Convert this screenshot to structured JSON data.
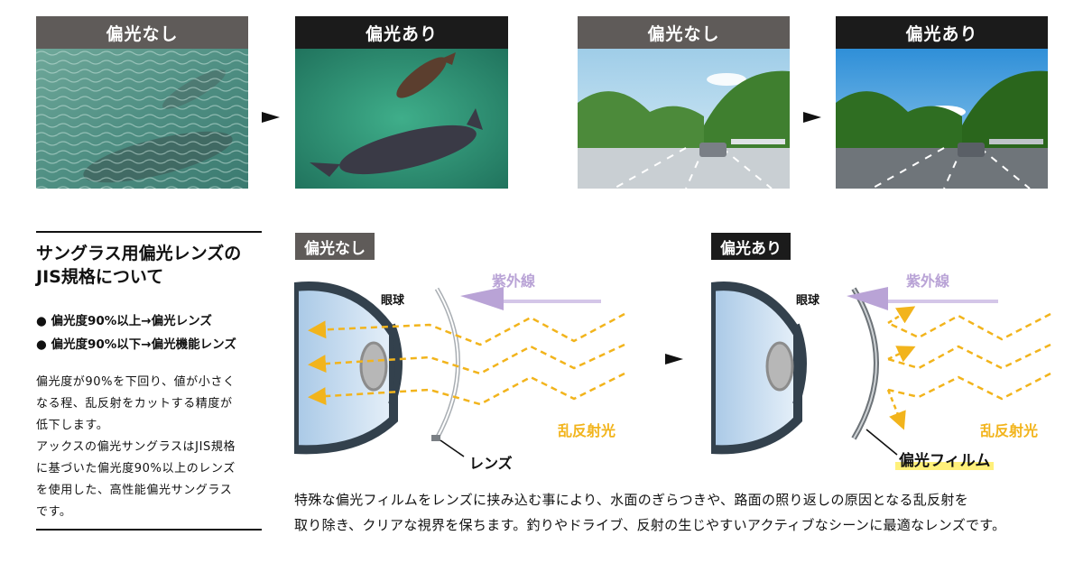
{
  "photos": {
    "fish_before_label": "偏光なし",
    "fish_after_label": "偏光あり",
    "road_before_label": "偏光なし",
    "road_after_label": "偏光あり"
  },
  "sidebar": {
    "title_line1": "サングラス用偏光レンズの",
    "title_line2": "JIS規格について",
    "bullets": [
      "偏光度90%以上→偏光レンズ",
      "偏光度90%以下→偏光機能レンズ"
    ],
    "body_lines": [
      "偏光度が90%を下回り、値が小さく",
      "なる程、乱反射をカットする精度が",
      "低下します。",
      "アックスの偏光サングラスはJIS規格",
      "に基づいた偏光度90%以上のレンズ",
      "を使用した、高性能偏光サングラス",
      "です。"
    ]
  },
  "diagram": {
    "left_label": "偏光なし",
    "right_label": "偏光あり",
    "eyeball": "眼球",
    "uv": "紫外線",
    "glare": "乱反射光",
    "lens": "レンズ",
    "film": "偏光フィルム"
  },
  "caption": {
    "line1": "特殊な偏光フィルムをレンズに挟み込む事により、水面のぎらつきや、路面の照り返しの原因となる乱反射を",
    "line2": "取り除き、クリアな視界を保ちます。釣りやドライブ、反射の生じやすいアクティブなシーンに最適なレンズです。"
  },
  "colors": {
    "header_gray": "#5f5b59",
    "header_black": "#1b1b1b",
    "glare_yellow": "#f2b41c",
    "uv_purple": "#b9a3d6",
    "film_highlight": "#fff07a"
  }
}
